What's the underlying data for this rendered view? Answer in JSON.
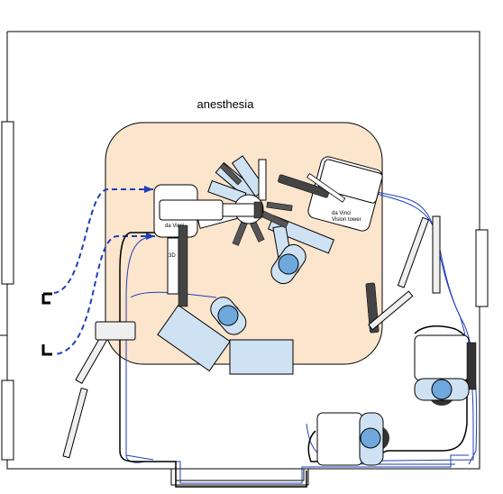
{
  "labels": {
    "zone": "anesthesia",
    "robot_line1": "da Vinci",
    "vision_line1": "da Vinci",
    "vision_line2": "Vision tower",
    "monitor_3d": "3D"
  },
  "colors": {
    "wall": "#000000",
    "sterile_zone": "#fce5cd",
    "equipment_blue": "#cfe2f3",
    "equipment_grey": "#efefef",
    "staff_blue": "#6fa8dc",
    "staff_dark": "#333333",
    "cable_blue": "#1f3fb8",
    "cable_black": "#000000",
    "display_dark": "#444444"
  }
}
